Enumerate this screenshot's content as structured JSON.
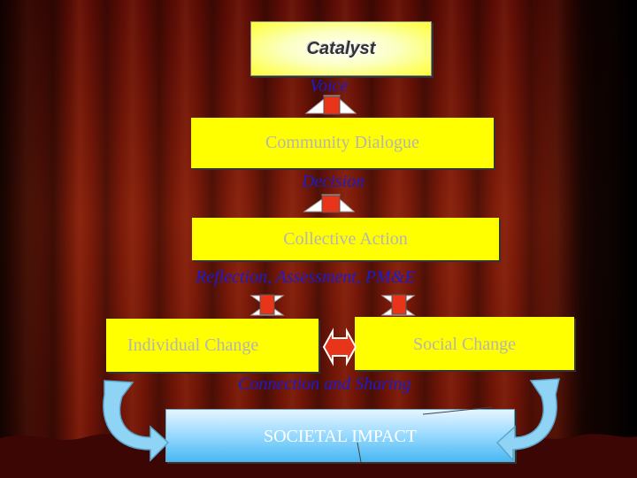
{
  "nodes": {
    "catalyst": "Catalyst",
    "community_dialogue": "Community Dialogue",
    "collective_action": "Collective Action",
    "individual_change": "Individual Change",
    "social_change": "Social Change",
    "societal_impact": "SOCIETAL IMPACT"
  },
  "edge_labels": {
    "voice": "Voice",
    "decision": "Decision",
    "reflection": "Reflection, Assessment, PM&E",
    "connection": "Connection and Sharing"
  },
  "colors": {
    "box_fill": "#ffff00",
    "box_text": "#b4b4b4",
    "label_text": "#1b1bd0",
    "arrow_fill": "#e8351a",
    "curve_fill": "#8fd3f5",
    "impact_fill": "#49b8f4"
  }
}
